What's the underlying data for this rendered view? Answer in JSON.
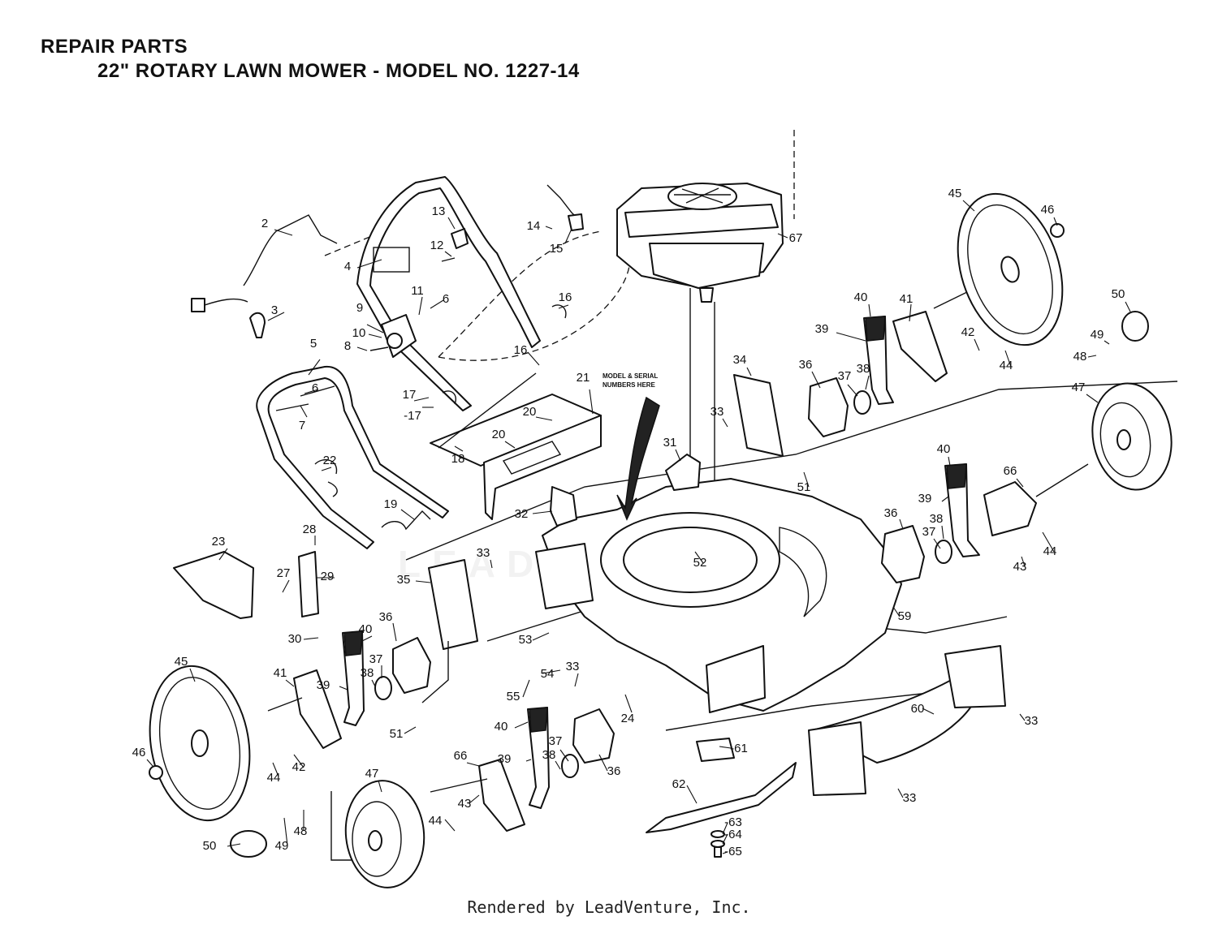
{
  "header": {
    "title_line1": "REPAIR PARTS",
    "title_line2": "22\" ROTARY LAWN MOWER - MODEL NO. 1227-14"
  },
  "diagram": {
    "note_line1": "MODEL & SERIAL",
    "note_line2": "NUMBERS HERE",
    "watermark": "LEADVENTURE"
  },
  "callouts": [
    "2",
    "3",
    "4",
    "5",
    "6",
    "6",
    "7",
    "8",
    "9",
    "10",
    "11",
    "12",
    "13",
    "14",
    "15",
    "16",
    "16",
    "-17",
    "17",
    "18",
    "19",
    "20",
    "20",
    "21",
    "22",
    "23",
    "24",
    "27",
    "28",
    "29",
    "30",
    "31",
    "32",
    "33",
    "33",
    "33",
    "33",
    "33",
    "34",
    "35",
    "36",
    "36",
    "36",
    "36",
    "37",
    "37",
    "37",
    "37",
    "38",
    "38",
    "38",
    "38",
    "39",
    "39",
    "39",
    "39",
    "40",
    "40",
    "40",
    "40",
    "41",
    "41",
    "42",
    "42",
    "43",
    "43",
    "44",
    "44",
    "44",
    "44",
    "45",
    "45",
    "46",
    "46",
    "47",
    "47",
    "48",
    "48",
    "49",
    "49",
    "50",
    "50",
    "51",
    "51",
    "52",
    "53",
    "54",
    "55",
    "59",
    "60",
    "-61",
    "62",
    "-63",
    "-64",
    "-65",
    "66",
    "66",
    "67"
  ],
  "footer": {
    "text": "Rendered by LeadVenture, Inc."
  }
}
